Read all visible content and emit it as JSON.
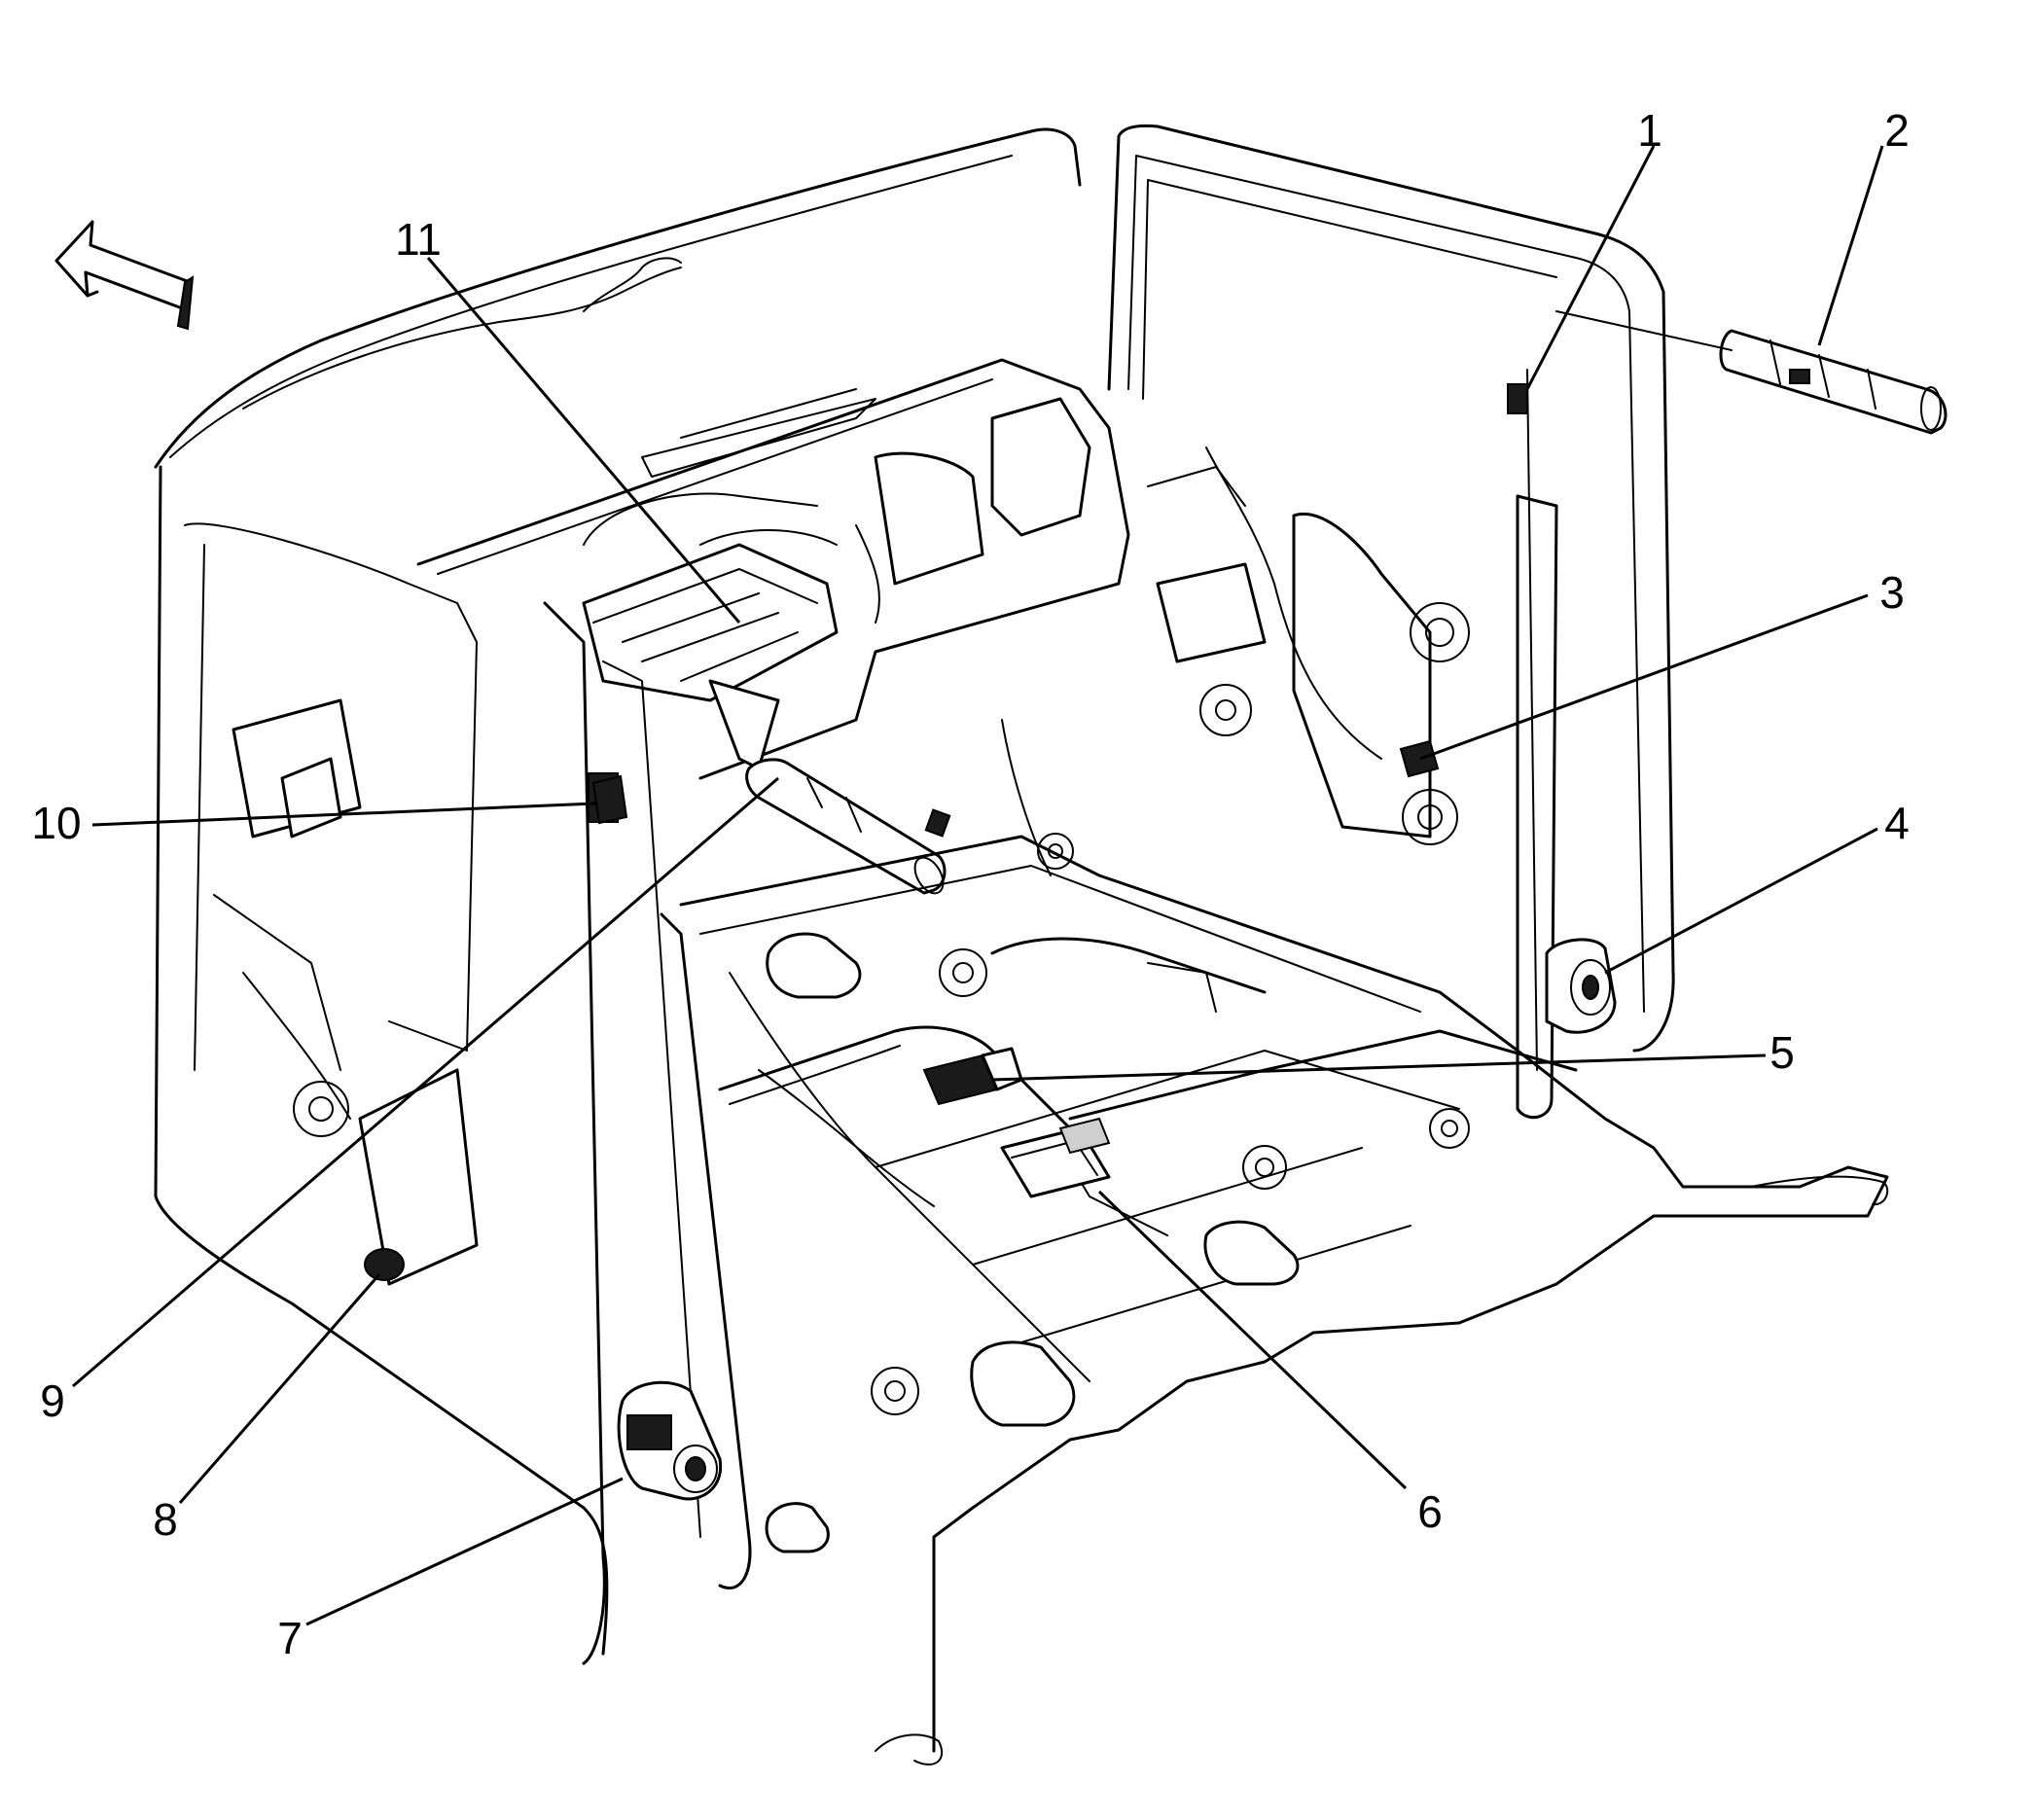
{
  "diagram": {
    "callouts": [
      {
        "id": "callout-1",
        "label": "1"
      },
      {
        "id": "callout-2",
        "label": "2"
      },
      {
        "id": "callout-3",
        "label": "3"
      },
      {
        "id": "callout-4",
        "label": "4"
      },
      {
        "id": "callout-5",
        "label": "5"
      },
      {
        "id": "callout-6",
        "label": "6"
      },
      {
        "id": "callout-7",
        "label": "7"
      },
      {
        "id": "callout-8",
        "label": "8"
      },
      {
        "id": "callout-9",
        "label": "9"
      },
      {
        "id": "callout-10",
        "label": "10"
      },
      {
        "id": "callout-11",
        "label": "11"
      }
    ],
    "icons": {
      "direction_arrow": "forward-direction-arrow-icon"
    },
    "colors": {
      "ink": "#000000",
      "background": "#ffffff"
    }
  }
}
